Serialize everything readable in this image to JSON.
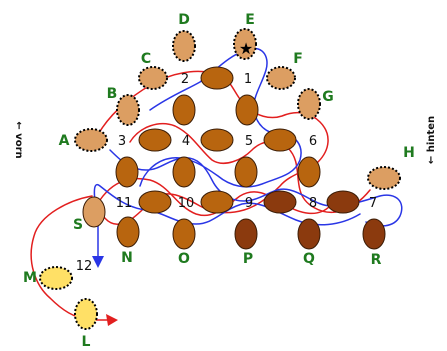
{
  "colors": {
    "dark_bead": "#8b3a0e",
    "mid_bead": "#b8650f",
    "light_bead": "#dc9e62",
    "pale_bead": "#f0c0a0",
    "yellow_bead": "#ffe066",
    "red_thread": "#e21f1f",
    "blue_thread": "#2a36e6",
    "letter_green": "#1f7a1f"
  },
  "labels": {
    "numbers": [
      "1",
      "2",
      "3",
      "4",
      "5",
      "6",
      "7",
      "8",
      "9",
      "10",
      "11",
      "12"
    ],
    "letters": [
      "A",
      "B",
      "C",
      "D",
      "E",
      "F",
      "G",
      "H",
      "L",
      "M",
      "N",
      "O",
      "P",
      "Q",
      "R",
      "S"
    ],
    "left_side": "vorn",
    "right_side": "hinten",
    "start_marker": "★"
  }
}
